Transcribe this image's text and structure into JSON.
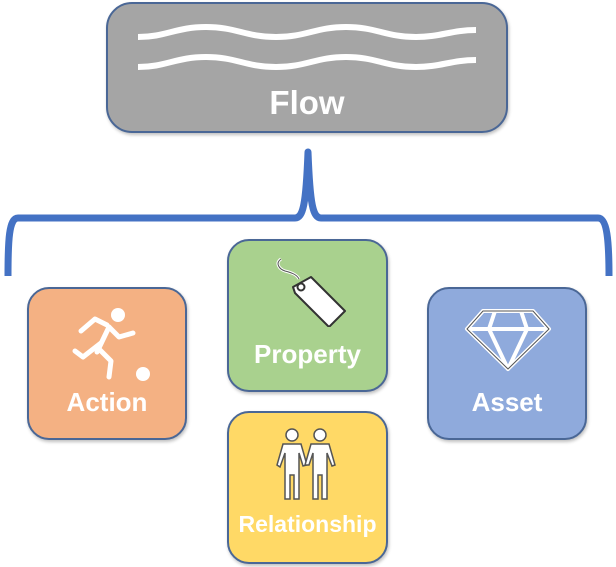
{
  "root": {
    "label": "Flow",
    "icon": "waves-icon",
    "color": "#a5a5a5"
  },
  "connector": {
    "type": "curly-brace",
    "color": "#4472c4"
  },
  "children": [
    {
      "id": "action",
      "label": "Action",
      "icon": "running-person-ball-icon",
      "color": "#f4b183"
    },
    {
      "id": "property",
      "label": "Property",
      "icon": "price-tag-icon",
      "color": "#a9d18e"
    },
    {
      "id": "relationship",
      "label": "Relationship",
      "icon": "two-people-holding-hands-icon",
      "color": "#ffd966"
    },
    {
      "id": "asset",
      "label": "Asset",
      "icon": "diamond-icon",
      "color": "#8faadc"
    }
  ]
}
